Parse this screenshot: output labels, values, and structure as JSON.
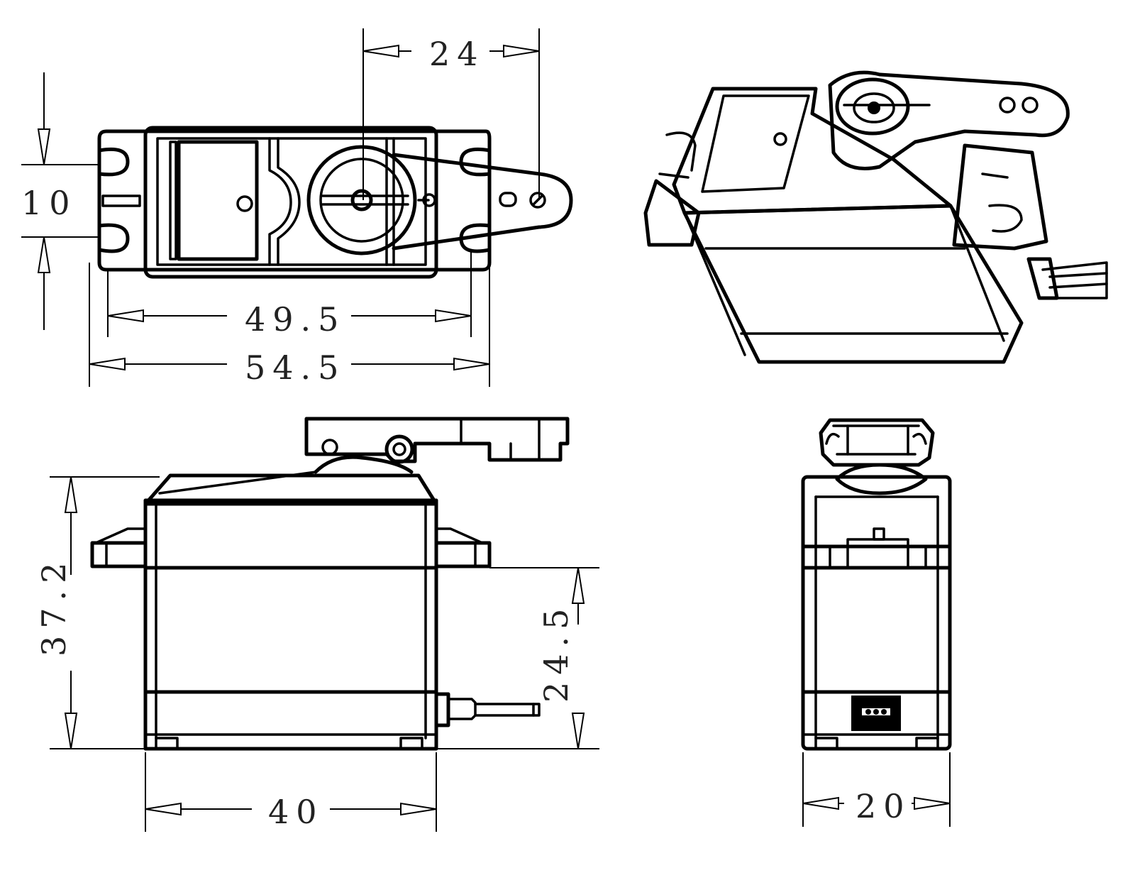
{
  "dimensions": {
    "top_horn_offset": "24",
    "top_height": "10",
    "hole_spacing": "49.5",
    "overall_length": "54.5",
    "side_height": "37.2",
    "mount_height": "24.5",
    "body_length": "40",
    "body_width": "20"
  },
  "colors": {
    "line": "#000000",
    "text": "#222222",
    "background": "#ffffff"
  }
}
